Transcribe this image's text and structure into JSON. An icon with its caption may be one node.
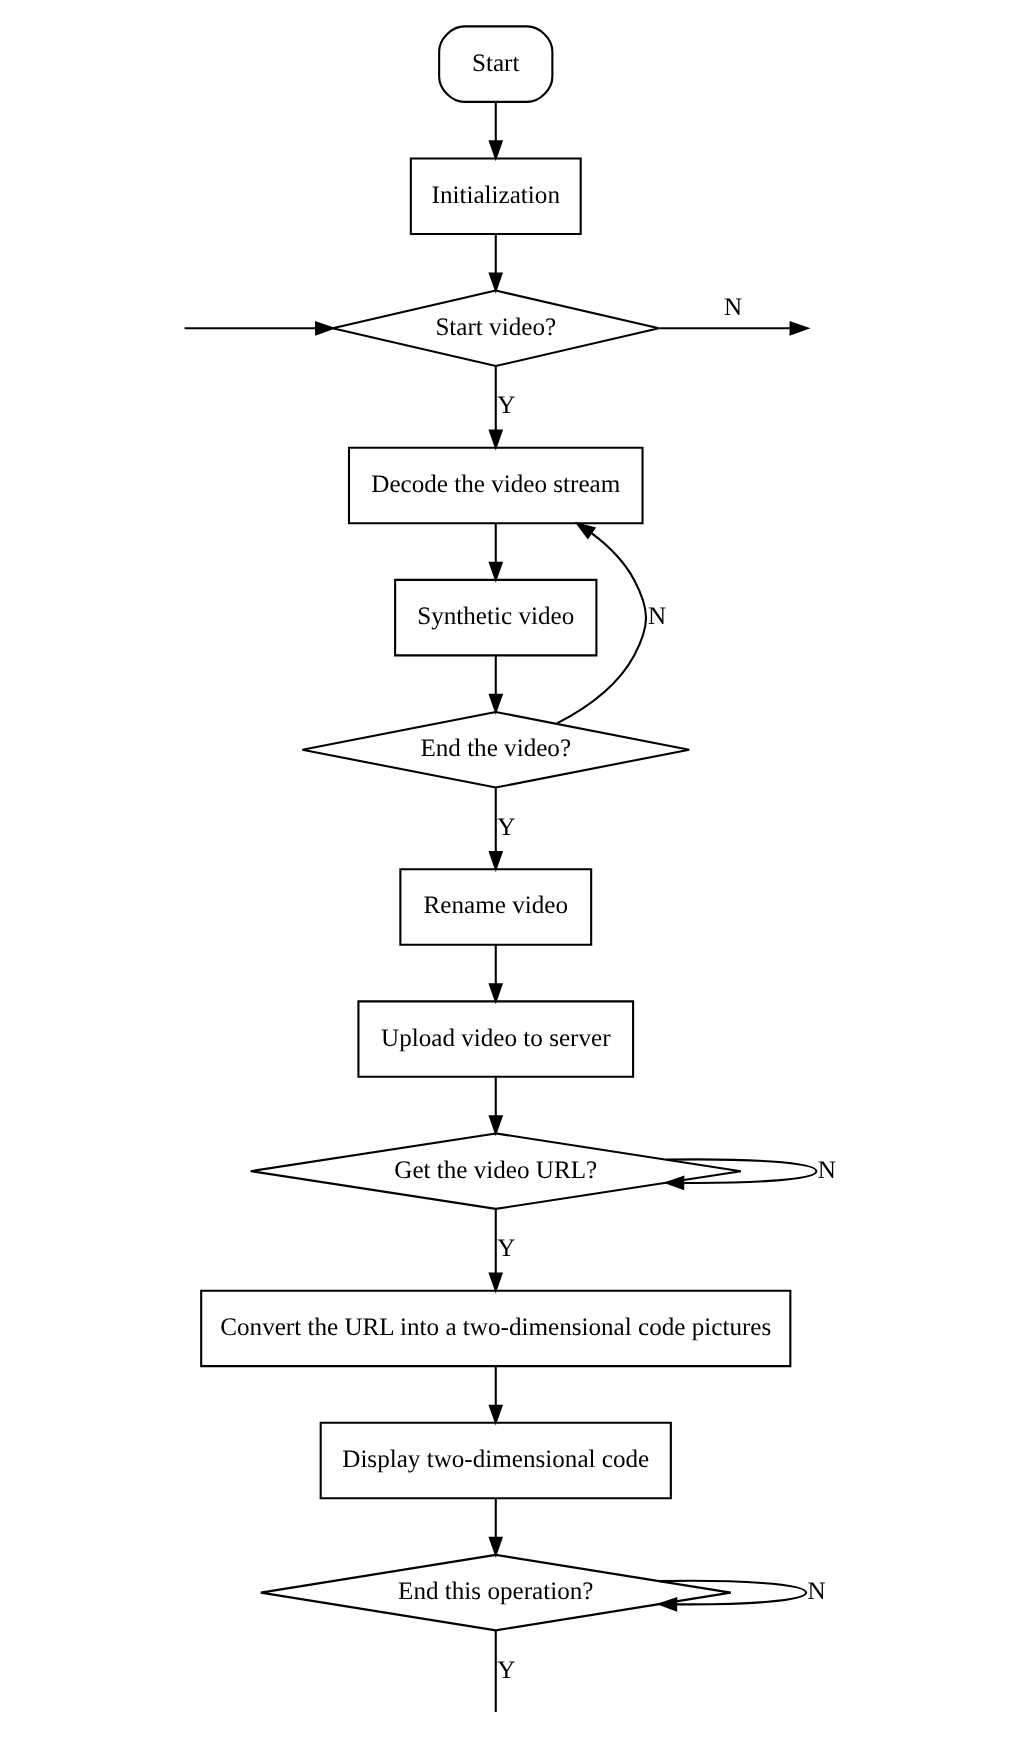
{
  "diagram": {
    "nodes": [
      {
        "text": [
          "Start"
        ]
      },
      {
        "text": [
          "Initialization"
        ]
      },
      {
        "text": [
          "Start video?"
        ]
      },
      {
        "text": [
          "Decode the video stream"
        ]
      },
      {
        "text": [
          "Synthetic video"
        ]
      },
      {
        "text": [
          "End the video?"
        ]
      },
      {
        "text": [
          "Rename video"
        ]
      },
      {
        "text": [
          "Upload video to server"
        ]
      },
      {
        "text": [
          "Get the video URL?"
        ]
      },
      {
        "text": [
          "Convert the URL into a two-dimensional code pictures"
        ]
      },
      {
        "text": [
          "Display two-dimensional code"
        ]
      },
      {
        "text": [
          "End this operation?"
        ]
      }
    ],
    "edges": [
      {
        "from": 0,
        "to": 1,
        "arrow": "to"
      },
      {
        "from": 1,
        "to": 2,
        "arrow": "to"
      },
      {
        "from": null,
        "to": 2,
        "arrow": "to"
      },
      {
        "from": 2,
        "to": null,
        "arrow": "to",
        "label": "N"
      },
      {
        "from": 2,
        "to": 3,
        "arrow": "to",
        "label": "Y"
      },
      {
        "from": 3,
        "to": 4,
        "arrow": "to"
      },
      {
        "from": 4,
        "to": 5,
        "arrow": "to"
      },
      {
        "from": 5,
        "to": 3,
        "arrow": "to",
        "label": "N"
      },
      {
        "from": 5,
        "to": 6,
        "arrow": "to",
        "label": "Y"
      },
      {
        "from": 6,
        "to": 7,
        "arrow": "to"
      },
      {
        "from": 7,
        "to": 8,
        "arrow": "to"
      },
      {
        "from": 8,
        "to": 8,
        "arrow": "to",
        "label": "N"
      },
      {
        "from": 8,
        "to": 9,
        "arrow": "to",
        "label": "Y"
      },
      {
        "from": 9,
        "to": 10,
        "arrow": "to"
      },
      {
        "from": 10,
        "to": 11,
        "arrow": "to"
      },
      {
        "from": 11,
        "to": 11,
        "arrow": "to",
        "label": "N"
      },
      {
        "from": 11,
        "to": null,
        "arrow": "none",
        "label": "Y"
      }
    ]
  }
}
